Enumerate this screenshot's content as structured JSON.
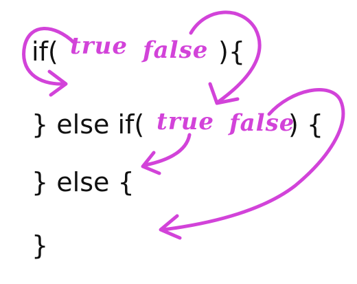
{
  "code_lines": {
    "line1_open": "if(",
    "line1_close": "){",
    "line2_open": "} else if(",
    "line2_close": ") {",
    "line3": "} else {",
    "line4": "}"
  },
  "annotations": {
    "branch1_true": "true",
    "branch1_false": "false",
    "branch2_true": "true",
    "branch2_false": "false"
  },
  "colors": {
    "code": "#111111",
    "ink": "#d243d9",
    "background": "#ffffff"
  }
}
